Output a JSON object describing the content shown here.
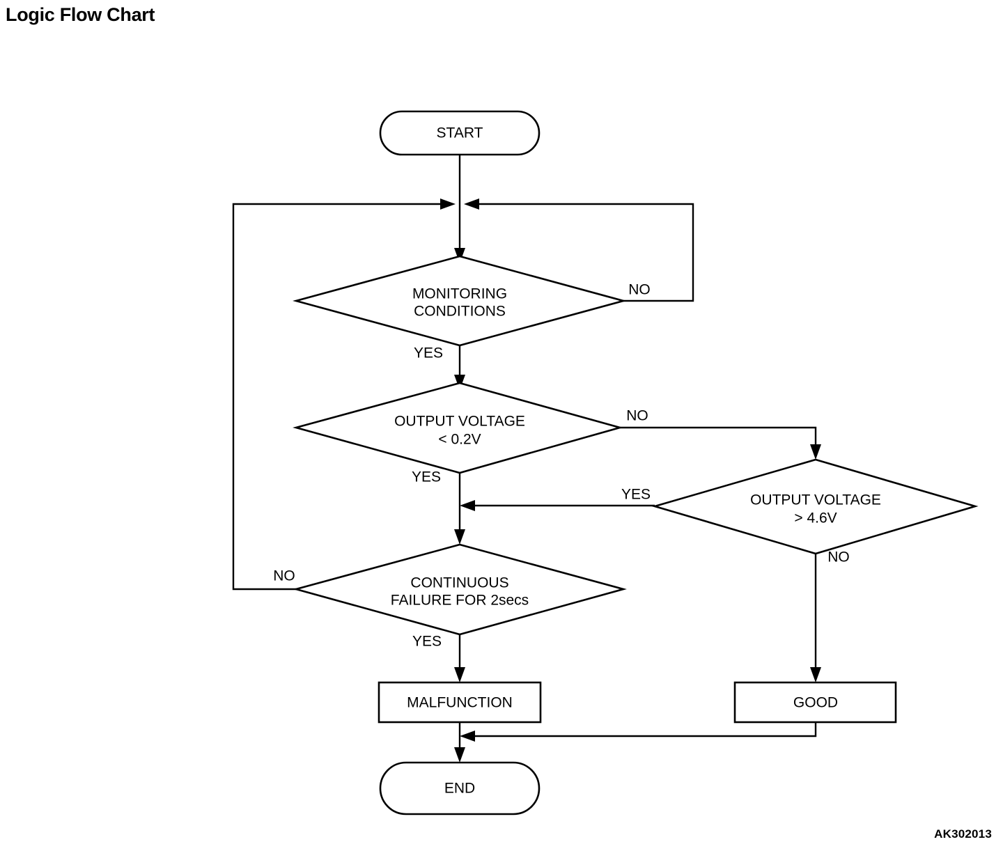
{
  "page": {
    "title": "Logic Flow Chart",
    "diagram_code": "AK302013",
    "background_color": "#ffffff",
    "line_color": "#000000"
  },
  "chart_data": {
    "type": "flowchart",
    "title": "Logic Flow Chart",
    "nodes": [
      {
        "id": "start",
        "shape": "terminator",
        "label": "START"
      },
      {
        "id": "monitoring",
        "shape": "decision",
        "label_line1": "MONITORING",
        "label_line2": "CONDITIONS"
      },
      {
        "id": "volt_low",
        "shape": "decision",
        "label_line1": "OUTPUT VOLTAGE",
        "label_line2": "< 0.2V"
      },
      {
        "id": "volt_high",
        "shape": "decision",
        "label_line1": "OUTPUT VOLTAGE",
        "label_line2": "> 4.6V"
      },
      {
        "id": "continuous",
        "shape": "decision",
        "label_line1": "CONTINUOUS",
        "label_line2": "FAILURE FOR 2secs"
      },
      {
        "id": "malfunction",
        "shape": "process",
        "label": "MALFUNCTION"
      },
      {
        "id": "good",
        "shape": "process",
        "label": "GOOD"
      },
      {
        "id": "end",
        "shape": "terminator",
        "label": "END"
      }
    ],
    "edges": [
      {
        "from": "start",
        "to": "monitoring",
        "label": ""
      },
      {
        "from": "monitoring",
        "to": "monitoring",
        "label": "NO"
      },
      {
        "from": "monitoring",
        "to": "volt_low",
        "label": "YES"
      },
      {
        "from": "volt_low",
        "to": "volt_high",
        "label": "NO"
      },
      {
        "from": "volt_low",
        "to": "continuous",
        "label": "YES"
      },
      {
        "from": "volt_high",
        "to": "continuous",
        "label": "YES"
      },
      {
        "from": "volt_high",
        "to": "good",
        "label": "NO"
      },
      {
        "from": "continuous",
        "to": "monitoring",
        "label": "NO"
      },
      {
        "from": "continuous",
        "to": "malfunction",
        "label": "YES"
      },
      {
        "from": "malfunction",
        "to": "end",
        "label": ""
      },
      {
        "from": "good",
        "to": "end",
        "label": ""
      }
    ]
  },
  "labels": {
    "start": "START",
    "monitoring_line1": "MONITORING",
    "monitoring_line2": "CONDITIONS",
    "volt_low_line1": "OUTPUT VOLTAGE",
    "volt_low_line2": "< 0.2V",
    "volt_high_line1": "OUTPUT VOLTAGE",
    "volt_high_line2": "> 4.6V",
    "continuous_line1": "CONTINUOUS",
    "continuous_line2": "FAILURE FOR 2secs",
    "malfunction": "MALFUNCTION",
    "good": "GOOD",
    "end": "END",
    "monitoring_no": "NO",
    "monitoring_yes": "YES",
    "volt_low_no": "NO",
    "volt_low_yes": "YES",
    "volt_high_yes": "YES",
    "volt_high_no": "NO",
    "continuous_no": "NO",
    "continuous_yes": "YES"
  }
}
